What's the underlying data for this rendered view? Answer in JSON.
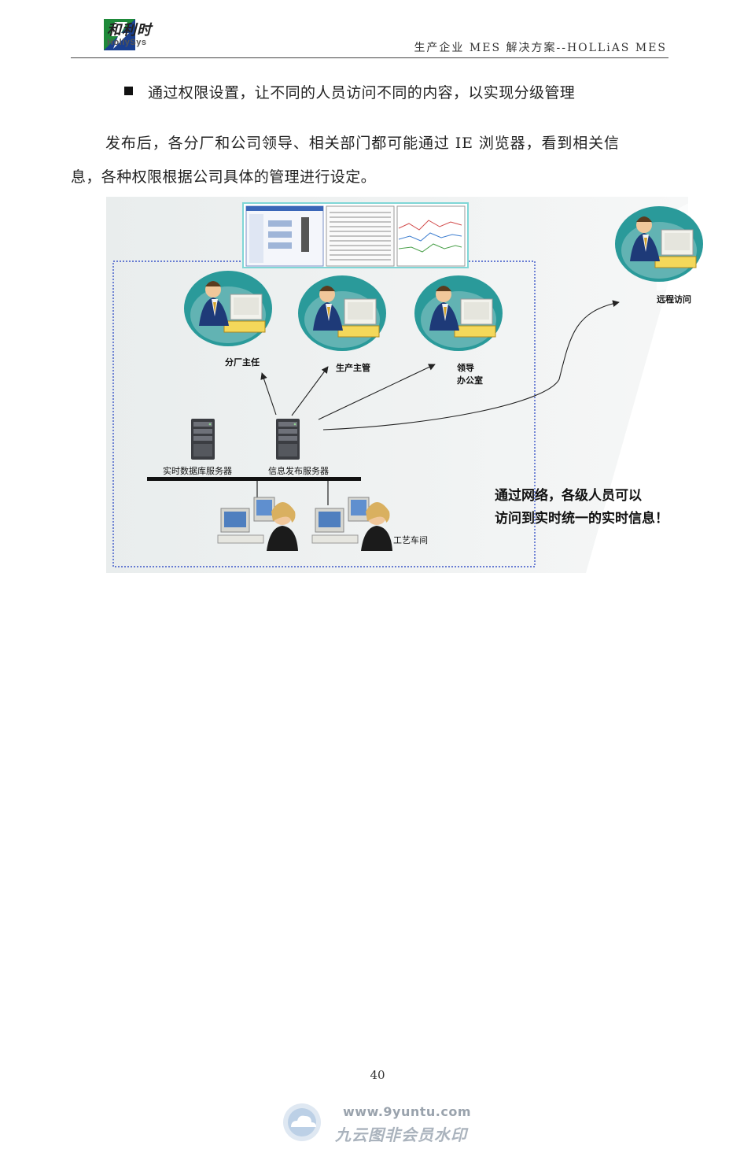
{
  "header": {
    "logo_cn": "和利时",
    "logo_en": "HollySys",
    "title": "生产企业 MES 解决方案--HOLLiAS MES"
  },
  "body": {
    "bullet": "通过权限设置，让不同的人员访问不同的内容，以实现分级管理",
    "para_line1": "发布后，各分厂和公司领导、相关部门都可能通过 IE 浏览器，看到相关信",
    "para_line2": "息，各种权限根据公司具体的管理进行设定。"
  },
  "diagram": {
    "roles": {
      "branch_director": "分厂主任",
      "production_manager": "生产主管",
      "leader_office_1": "领导",
      "leader_office_2": "办公室",
      "remote_access": "远程访问"
    },
    "servers": {
      "realtime_db": "实时数据库服务器",
      "info_publish": "信息发布服务器"
    },
    "workshop": "工艺车间",
    "caption_line1": "通过网络，各级人员可以",
    "caption_line2": "访问到实时统一的实时信息！"
  },
  "footer": {
    "page_number": "40",
    "watermark_url": "www.9yuntu.com",
    "watermark_text": "九云图非会员水印"
  },
  "colors": {
    "accent_blue": "#1a3f8f",
    "logo_green": "#1f8a3a",
    "dashed_border": "#3a55c8",
    "panel_bg": "#eef1f2"
  }
}
